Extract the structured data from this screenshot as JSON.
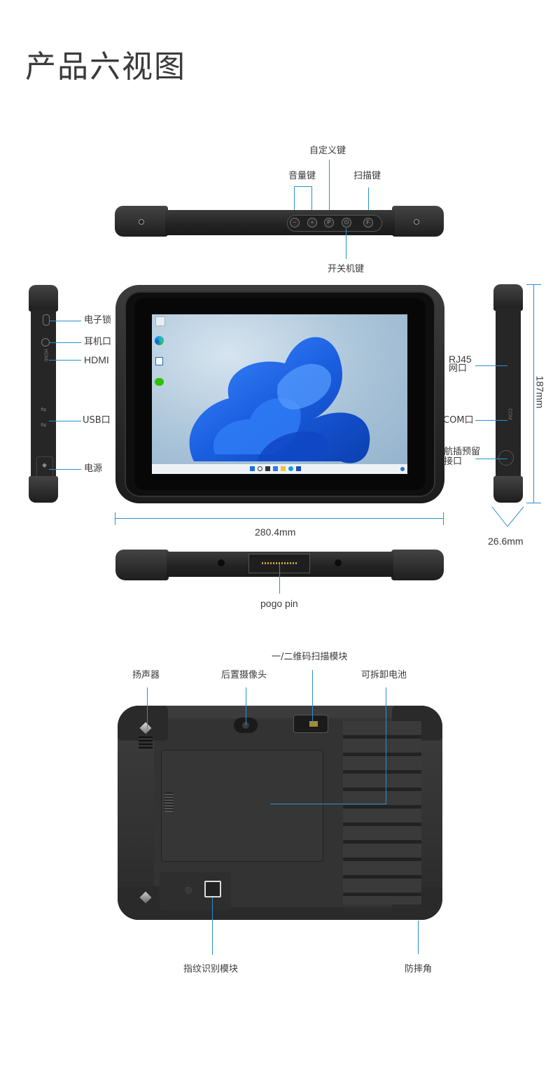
{
  "page": {
    "title": "产品六视图"
  },
  "colors": {
    "leader_line": "#2a8fd0",
    "device_body": "#242424",
    "text": "#3a3a3a",
    "background": "#ffffff"
  },
  "top_view": {
    "labels": {
      "custom_key": "自定义键",
      "volume_key": "音量键",
      "scan_key": "扫描键",
      "power_key": "开关机键"
    },
    "buttons": [
      {
        "icon": "minus-icon",
        "glyph": "−"
      },
      {
        "icon": "plus-icon",
        "glyph": "+"
      },
      {
        "icon": "p-key-icon",
        "glyph": "P"
      },
      {
        "icon": "power-icon",
        "glyph": "⏻"
      },
      {
        "icon": "f-key-icon",
        "glyph": "F"
      }
    ]
  },
  "left_view": {
    "labels": {
      "lock": "电子锁",
      "earphone": "耳机口",
      "hdmi": "HDMI",
      "usb": "USB口",
      "power": "电源"
    },
    "engraving": "HDMI"
  },
  "right_view": {
    "labels": {
      "rj45_line1": "RJ45",
      "rj45_line2": "网口",
      "com": "COM口",
      "aviation_line1": "航插预留",
      "aviation_line2": "接口"
    },
    "engraving": "COM",
    "height_dim": "187mm",
    "depth_dim": "26.6mm"
  },
  "front_view": {
    "width_dim": "280.4mm",
    "wallpaper_accent": "#1f6fe0",
    "taskbar_color": "#eef2f7"
  },
  "bottom_view": {
    "labels": {
      "pogo": "pogo pin"
    }
  },
  "back_view": {
    "labels": {
      "scanner": "一/二维码扫描模块",
      "speaker": "扬声器",
      "camera": "后置摄像头",
      "battery": "可拆卸电池",
      "fingerprint": "指纹识别模块",
      "corner": "防摔角"
    }
  }
}
